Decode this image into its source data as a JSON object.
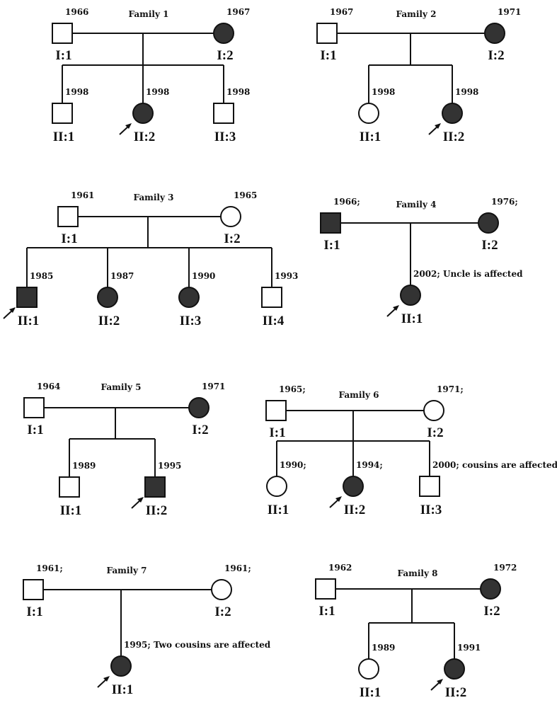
{
  "colors": {
    "affected": "#333333",
    "unaffected": "#ffffff",
    "line": "#111111"
  },
  "families": [
    {
      "title": "Family 1",
      "members": [
        {
          "id": "I:1",
          "sex": "male",
          "affected": false,
          "note": "1966"
        },
        {
          "id": "I:2",
          "sex": "female",
          "affected": true,
          "note": "1967"
        },
        {
          "id": "II:1",
          "sex": "male",
          "affected": false,
          "note": "1998"
        },
        {
          "id": "II:2",
          "sex": "female",
          "affected": true,
          "proband": true,
          "note": "1998"
        },
        {
          "id": "II:3",
          "sex": "male",
          "affected": false,
          "note": "1998"
        }
      ]
    },
    {
      "title": "Family 2",
      "members": [
        {
          "id": "I:1",
          "sex": "male",
          "affected": false,
          "note": "1967"
        },
        {
          "id": "I:2",
          "sex": "female",
          "affected": true,
          "note": "1971"
        },
        {
          "id": "II:1",
          "sex": "female",
          "affected": false,
          "note": "1998"
        },
        {
          "id": "II:2",
          "sex": "female",
          "affected": true,
          "proband": true,
          "note": "1998"
        }
      ]
    },
    {
      "title": "Family 3",
      "members": [
        {
          "id": "I:1",
          "sex": "male",
          "affected": false,
          "note": "1961"
        },
        {
          "id": "I:2",
          "sex": "female",
          "affected": false,
          "note": "1965"
        },
        {
          "id": "II:1",
          "sex": "male",
          "affected": true,
          "proband": true,
          "note": "1985"
        },
        {
          "id": "II:2",
          "sex": "female",
          "affected": true,
          "note": "1987"
        },
        {
          "id": "II:3",
          "sex": "female",
          "affected": true,
          "note": "1990"
        },
        {
          "id": "II:4",
          "sex": "male",
          "affected": false,
          "note": "1993"
        }
      ]
    },
    {
      "title": "Family 4",
      "members": [
        {
          "id": "I:1",
          "sex": "male",
          "affected": true,
          "note": "1966;"
        },
        {
          "id": "I:2",
          "sex": "female",
          "affected": true,
          "note": "1976;"
        },
        {
          "id": "II:1",
          "sex": "female",
          "affected": true,
          "proband": true,
          "note": "2002; Uncle is affected"
        }
      ]
    },
    {
      "title": "Family 5",
      "members": [
        {
          "id": "I:1",
          "sex": "male",
          "affected": false,
          "note": "1964"
        },
        {
          "id": "I:2",
          "sex": "female",
          "affected": true,
          "note": "1971"
        },
        {
          "id": "II:1",
          "sex": "male",
          "affected": false,
          "note": "1989"
        },
        {
          "id": "II:2",
          "sex": "male",
          "affected": true,
          "proband": true,
          "note": "1995"
        }
      ]
    },
    {
      "title": "Family 6",
      "members": [
        {
          "id": "I:1",
          "sex": "male",
          "affected": false,
          "note": "1965;"
        },
        {
          "id": "I:2",
          "sex": "female",
          "affected": false,
          "note": "1971;"
        },
        {
          "id": "II:1",
          "sex": "female",
          "affected": false,
          "note": "1990;"
        },
        {
          "id": "II:2",
          "sex": "female",
          "affected": true,
          "proband": true,
          "note": "1994;"
        },
        {
          "id": "II:3",
          "sex": "male",
          "affected": false,
          "note": "2000; cousins are affected"
        }
      ]
    },
    {
      "title": "Family 7",
      "members": [
        {
          "id": "I:1",
          "sex": "male",
          "affected": false,
          "note": "1961;"
        },
        {
          "id": "I:2",
          "sex": "female",
          "affected": false,
          "note": "1961;"
        },
        {
          "id": "II:1",
          "sex": "female",
          "affected": true,
          "proband": true,
          "note": "1995; Two cousins are affected"
        }
      ]
    },
    {
      "title": "Family 8",
      "members": [
        {
          "id": "I:1",
          "sex": "male",
          "affected": false,
          "note": "1962"
        },
        {
          "id": "I:2",
          "sex": "female",
          "affected": true,
          "note": "1972"
        },
        {
          "id": "II:1",
          "sex": "female",
          "affected": false,
          "note": "1989"
        },
        {
          "id": "II:2",
          "sex": "female",
          "affected": true,
          "proband": true,
          "note": "1991"
        }
      ]
    }
  ]
}
